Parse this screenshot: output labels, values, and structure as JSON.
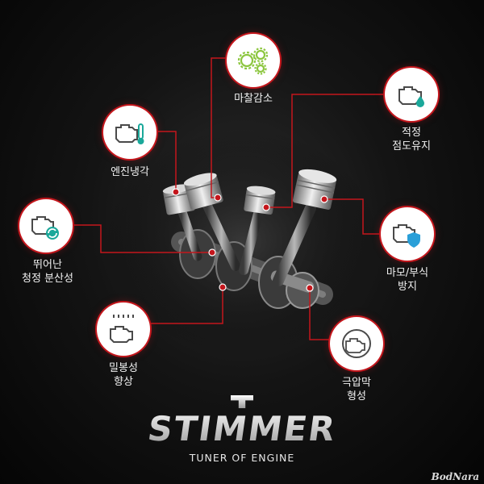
{
  "features": [
    {
      "id": "friction",
      "icon": "gears-icon",
      "lines": [
        "마찰감소"
      ]
    },
    {
      "id": "viscosity",
      "icon": "engine-drop-icon",
      "lines": [
        "적정",
        "점도유지"
      ]
    },
    {
      "id": "cooling",
      "icon": "engine-thermometer-icon",
      "lines": [
        "엔진냉각"
      ]
    },
    {
      "id": "cleaning",
      "icon": "engine-cycle-icon",
      "lines": [
        "뛰어난",
        "청정 분산성"
      ]
    },
    {
      "id": "corrosion",
      "icon": "engine-shield-icon",
      "lines": [
        "마모/부식",
        "방지"
      ]
    },
    {
      "id": "sealing",
      "icon": "engine-rain-icon",
      "lines": [
        "밀봉성",
        "향상"
      ]
    },
    {
      "id": "film",
      "icon": "engine-ring-icon",
      "lines": [
        "극압막",
        "형성"
      ]
    }
  ],
  "logo": {
    "name": "STIMMER",
    "tagline": "TUNER OF ENGINE"
  },
  "watermark": "BodNara",
  "colors": {
    "accent": "#c4161c",
    "icon_dark": "#4a4a4a",
    "icon_green": "#8cc63f",
    "icon_teal": "#1aa89a",
    "icon_blue": "#2a9fd8"
  }
}
